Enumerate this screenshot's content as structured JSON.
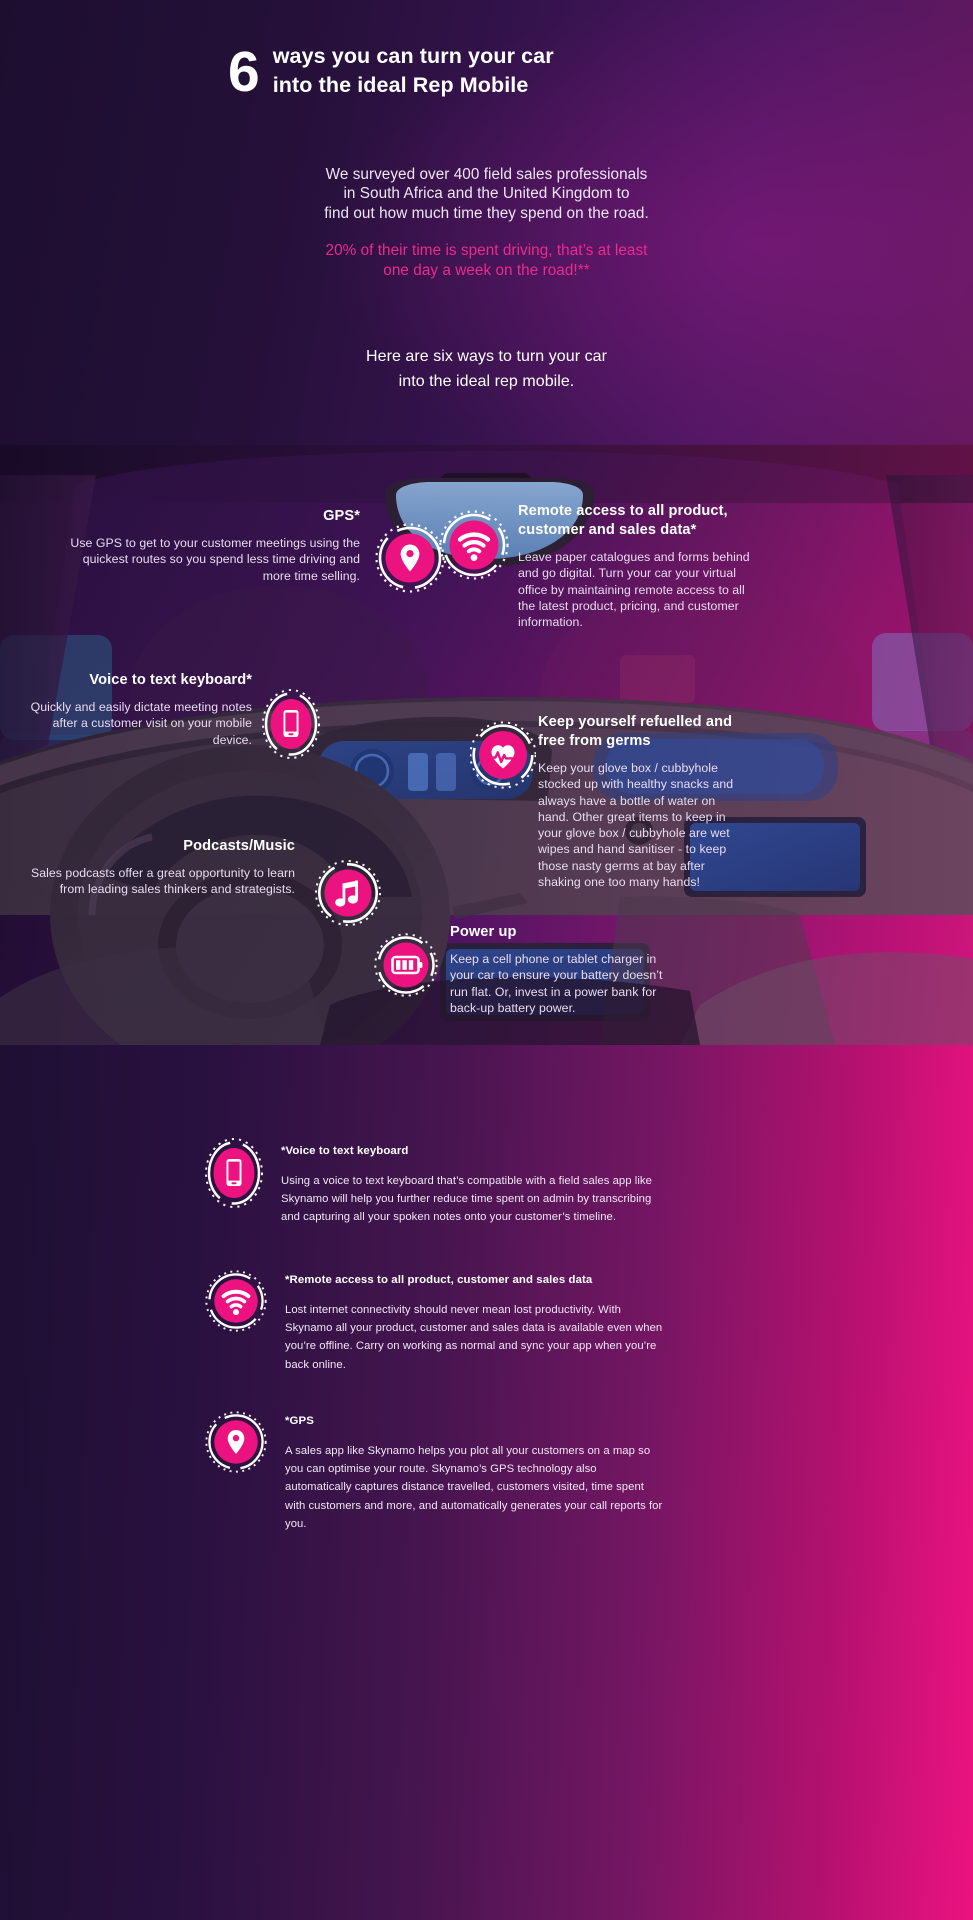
{
  "theme": {
    "pink": "#ec1280",
    "magenta": "#ed2a8e",
    "deep_purple": "#1e0f33",
    "white": "#ffffff"
  },
  "hero": {
    "number": "6",
    "title_line1": "ways you can turn your car",
    "title_line2": "into the ideal Rep Mobile",
    "paragraph_line1": "We surveyed over 400 field sales professionals",
    "paragraph_line2": "in South Africa and the United Kingdom to",
    "paragraph_line3": "find out how much time they spend on the road.",
    "highlight_line1": "20% of their time is spent driving, that’s at least",
    "highlight_line2": "one day a week on the road!**",
    "closing_line1": "Here are six ways to turn your car",
    "closing_line2": "into the ideal rep mobile."
  },
  "callouts": [
    {
      "id": "gps",
      "icon": "location-pin-icon",
      "title": "GPS*",
      "text": "Use GPS to get to your customer meetings using the quickest routes so you spend less time driving and more time selling."
    },
    {
      "id": "remote-access",
      "icon": "wifi-icon",
      "title": "Remote access to all product, customer and sales data*",
      "text": "Leave paper catalogues and forms behind and go digital. Turn your car your virtual office by maintaining remote access to all the latest product, pricing, and customer information."
    },
    {
      "id": "voice-to-text",
      "icon": "mobile-phone-icon",
      "title": "Voice to text keyboard*",
      "text": "Quickly and easily dictate meeting notes after a customer visit on your mobile device."
    },
    {
      "id": "refuelled",
      "icon": "heartbeat-icon",
      "title": "Keep yourself refuelled and free from germs",
      "text": "Keep your glove box / cubbyhole stocked up with healthy snacks and always have a bottle of water on hand. Other great items to keep in your glove box / cubbyhole are wet wipes and hand sanitiser - to keep those nasty germs at bay after shaking one too many hands!"
    },
    {
      "id": "podcasts",
      "icon": "music-note-icon",
      "title": "Podcasts/Music",
      "text": "Sales podcasts offer a great opportunity to learn from leading sales thinkers and strategists."
    },
    {
      "id": "power-up",
      "icon": "battery-icon",
      "title": "Power up",
      "text": "Keep a cell phone or tablet charger in your car to ensure your battery doesn’t run flat. Or, invest in a power bank for back-up battery power."
    }
  ],
  "notes": [
    {
      "id": "voice-to-text",
      "icon": "mobile-phone-icon",
      "title": "*Voice to text keyboard",
      "text": "Using a voice to text keyboard that’s compatible with a field sales app like Skynamo will help you further reduce time spent on admin by transcribing and capturing all your spoken notes onto your customer’s timeline."
    },
    {
      "id": "remote-access",
      "icon": "wifi-icon",
      "title": "*Remote access to all product, customer and sales data",
      "text": "Lost internet connectivity should never mean lost productivity. With Skynamo all your product, customer and sales data is available even when you’re offline. Carry on working as normal and sync your app when you’re back online."
    },
    {
      "id": "gps",
      "icon": "location-pin-icon",
      "title": "*GPS",
      "text": "A sales app like Skynamo helps you plot all your customers on a map so you can optimise your route. Skynamo’s GPS technology also automatically captures distance travelled, customers visited, time spent with customers and more, and automatically generates your call reports for you."
    }
  ]
}
